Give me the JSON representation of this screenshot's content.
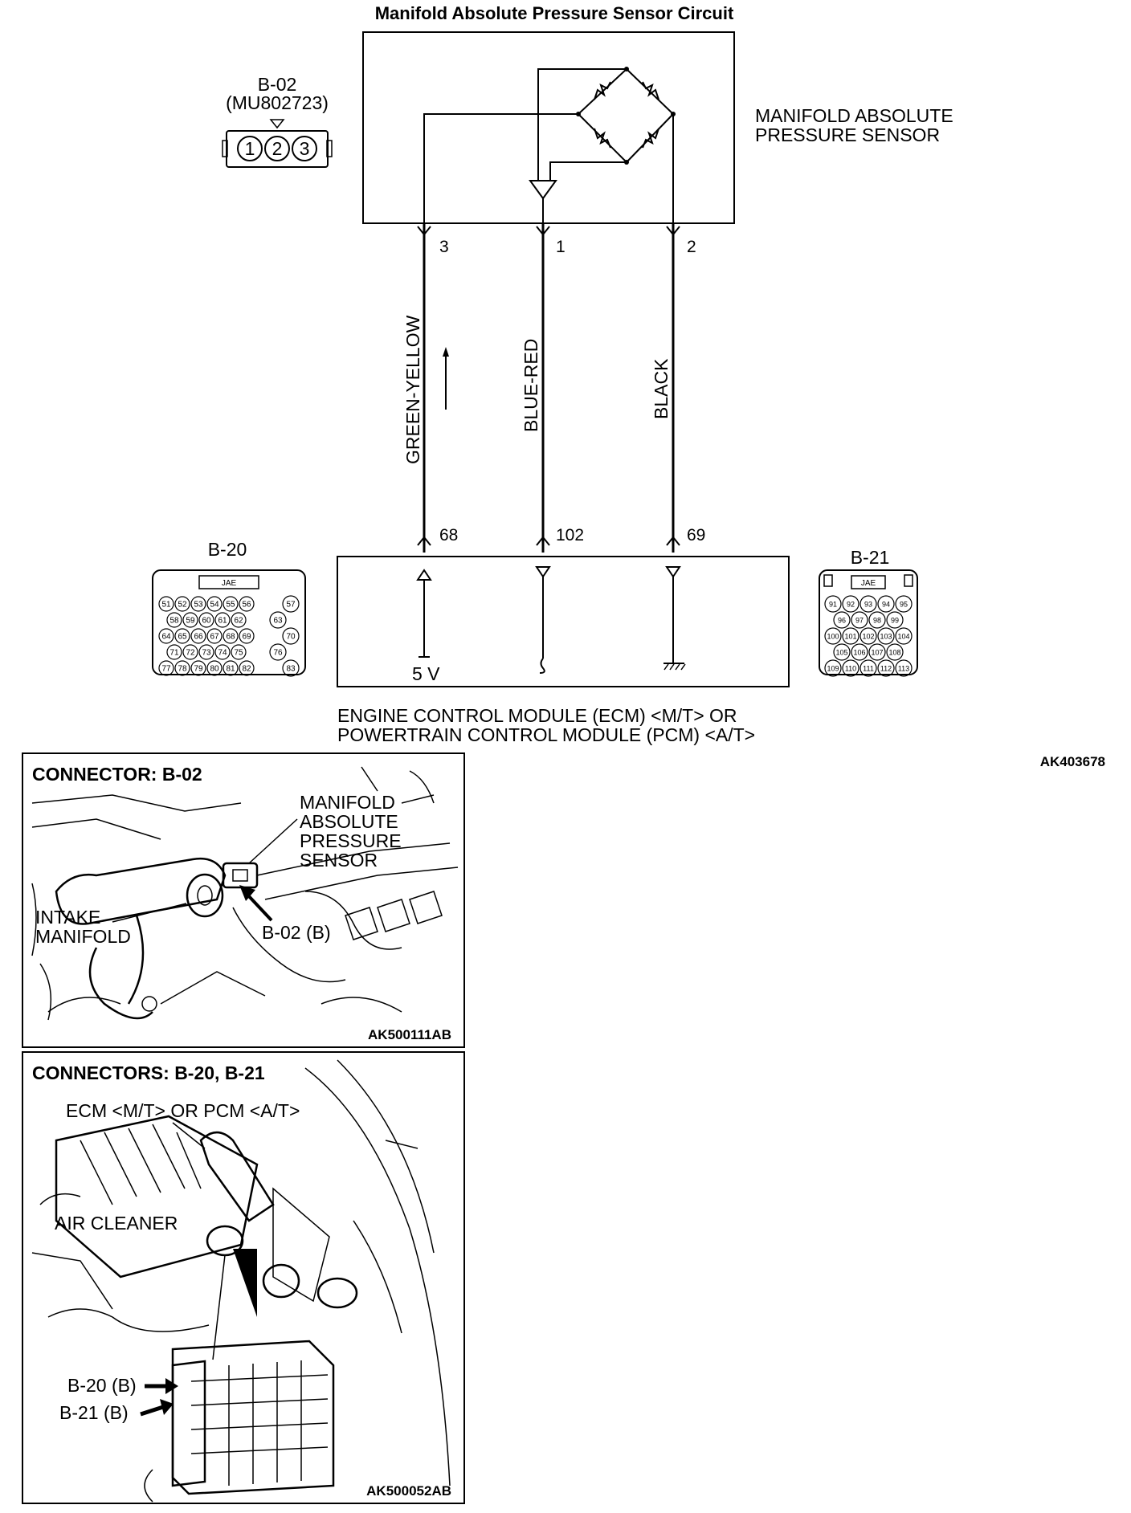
{
  "title": "Manifold Absolute Pressure Sensor Circuit",
  "connector_b02": {
    "id": "B-02",
    "part_no": "(MU802723)",
    "pins": [
      "1",
      "2",
      "3"
    ]
  },
  "sensor": {
    "label_line1": "MANIFOLD ABSOLUTE",
    "label_line2": "PRESSURE SENSOR",
    "pins": [
      "3",
      "1",
      "2"
    ]
  },
  "wires": [
    {
      "color": "GREEN-YELLOW",
      "sensor_pin": "3",
      "ecm_pin": "68"
    },
    {
      "color": "BLUE-RED",
      "sensor_pin": "1",
      "ecm_pin": "102"
    },
    {
      "color": "BLACK",
      "sensor_pin": "2",
      "ecm_pin": "69"
    }
  ],
  "ecm": {
    "supply_label": "5 V",
    "label_line1": "ENGINE CONTROL MODULE (ECM) <M/T> OR",
    "label_line2": "POWERTRAIN CONTROL MODULE (PCM) <A/T>"
  },
  "connector_b20": {
    "id": "B-20",
    "maker": "JAE",
    "rows": [
      [
        "51",
        "52",
        "53",
        "54",
        "55",
        "56"
      ],
      [
        "58",
        "59",
        "60",
        "61",
        "62"
      ],
      [
        "64",
        "65",
        "66",
        "67",
        "68",
        "69"
      ],
      [
        "71",
        "72",
        "73",
        "74",
        "75"
      ],
      [
        "77",
        "78",
        "79",
        "80",
        "81",
        "82"
      ]
    ],
    "side_pins": [
      "57",
      "63",
      "70",
      "76",
      "83"
    ]
  },
  "connector_b21": {
    "id": "B-21",
    "maker": "JAE",
    "rows": [
      [
        "91",
        "92",
        "93",
        "94",
        "95"
      ],
      [
        "96",
        "97",
        "98",
        "99"
      ],
      [
        "100",
        "101",
        "102",
        "103",
        "104"
      ],
      [
        "105",
        "106",
        "107",
        "108"
      ],
      [
        "109",
        "110",
        "111",
        "112",
        "113"
      ]
    ]
  },
  "diagram_code": "AK403678",
  "panel_b02": {
    "title": "CONNECTOR: B-02",
    "sensor_label": [
      "MANIFOLD",
      "ABSOLUTE",
      "PRESSURE",
      "SENSOR"
    ],
    "intake_label": [
      "INTAKE",
      "MANIFOLD"
    ],
    "connector_callout": "B-02 (B)",
    "code": "AK500111AB"
  },
  "panel_b20_b21": {
    "title": "CONNECTORS: B-20, B-21",
    "ecm_label": "ECM <M/T> OR PCM <A/T>",
    "air_cleaner_label": "AIR CLEANER",
    "callout_b20": "B-20 (B)",
    "callout_b21": "B-21 (B)",
    "code": "AK500052AB"
  }
}
